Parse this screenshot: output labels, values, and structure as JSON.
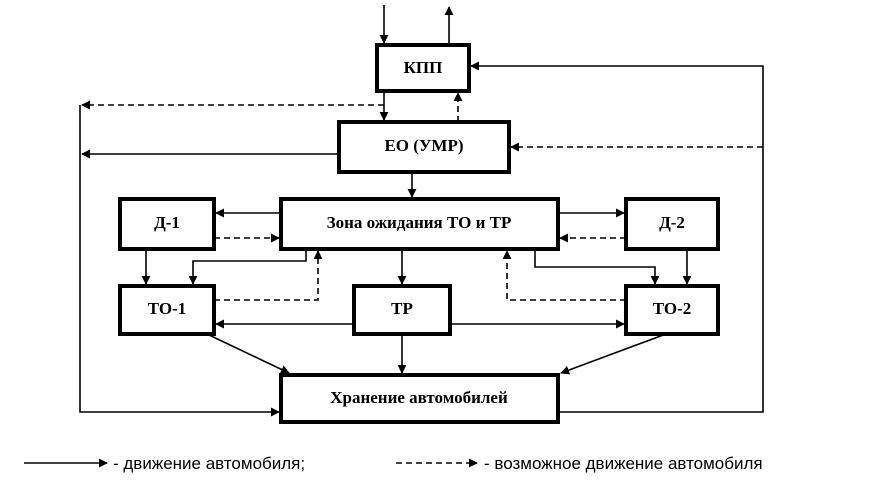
{
  "nodes": {
    "kpp": "КПП",
    "eo": "ЕО (УМР)",
    "zone": "Зона ожидания ТО и ТР",
    "d1": "Д-1",
    "d2": "Д-2",
    "to1": "ТО-1",
    "tr": "ТР",
    "to2": "ТО-2",
    "storage": "Хранение автомобилей"
  },
  "legend": {
    "solid": "- движение автомобиля;",
    "dashed": "- возможное движение автомобиля"
  }
}
